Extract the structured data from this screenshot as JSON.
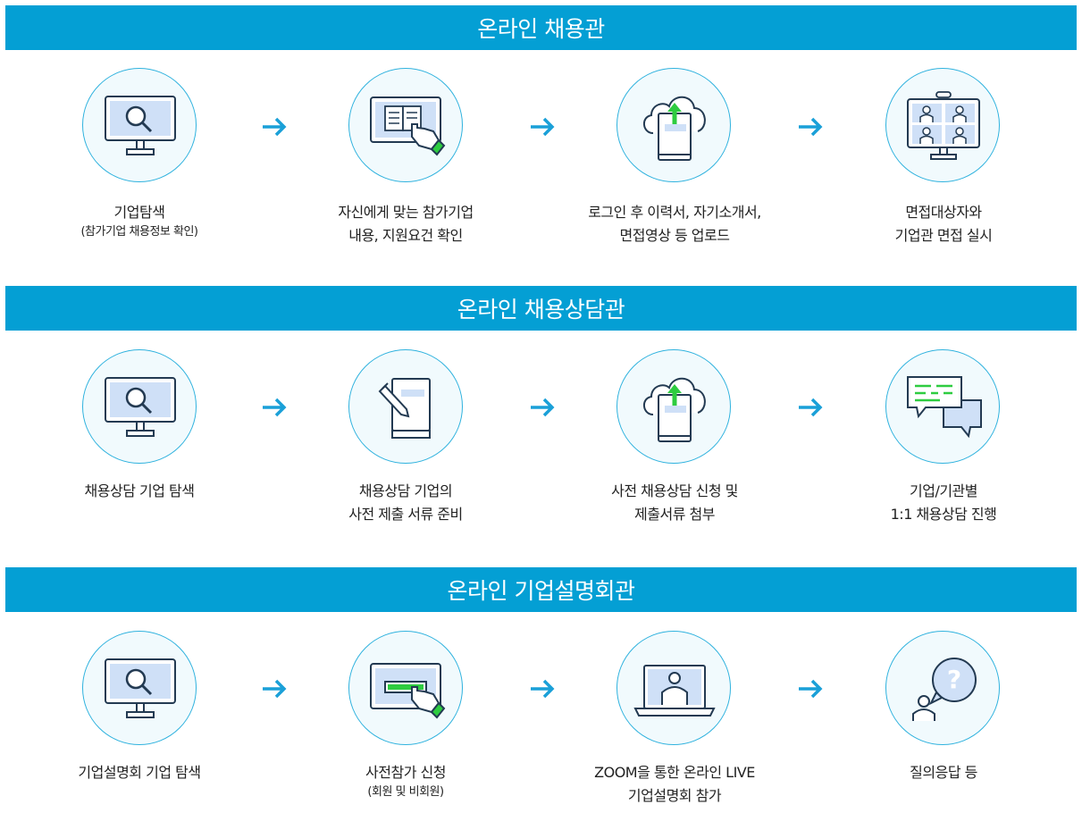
{
  "sections": [
    {
      "title": "온라인 채용관",
      "steps": [
        {
          "icon": "monitor-search-icon",
          "lines": [
            "기업탐색"
          ],
          "sub": "(참가기업 채용정보 확인)"
        },
        {
          "icon": "tablet-book-touch-icon",
          "lines": [
            "자신에게 맞는 참가기업",
            "내용, 지원요건 확인"
          ],
          "sub": ""
        },
        {
          "icon": "cloud-upload-icon",
          "lines": [
            "로그인 후 이력서, 자기소개서,",
            "면접영상 등 업로드"
          ],
          "sub": ""
        },
        {
          "icon": "video-conference-icon",
          "lines": [
            "면접대상자와",
            "기업관 면접 실시"
          ],
          "sub": ""
        }
      ]
    },
    {
      "title": "온라인 채용상담관",
      "steps": [
        {
          "icon": "monitor-search-icon",
          "lines": [
            "채용상담 기업 탐색"
          ],
          "sub": ""
        },
        {
          "icon": "book-pencil-icon",
          "lines": [
            "채용상담 기업의",
            "사전 제출 서류 준비"
          ],
          "sub": ""
        },
        {
          "icon": "cloud-upload-icon",
          "lines": [
            "사전 채용상담 신청 및",
            "제출서류 첨부"
          ],
          "sub": ""
        },
        {
          "icon": "chat-bubbles-icon",
          "lines": [
            "기업/기관별",
            "1:1 채용상담 진행"
          ],
          "sub": ""
        }
      ]
    },
    {
      "title": "온라인 기업설명회관",
      "steps": [
        {
          "icon": "monitor-search-icon",
          "lines": [
            "기업설명회 기업 탐색"
          ],
          "sub": ""
        },
        {
          "icon": "tablet-button-touch-icon",
          "lines": [
            "사전참가 신청"
          ],
          "sub": "(회원 및 비회원)"
        },
        {
          "icon": "laptop-presenter-icon",
          "lines": [
            "ZOOM을 통한 온라인 LIVE",
            "기업설명회 참가"
          ],
          "sub": ""
        },
        {
          "icon": "person-question-icon",
          "lines": [
            "질의응답 등"
          ],
          "sub": ""
        }
      ]
    }
  ],
  "colors": {
    "band": "#049fd4",
    "circle_border": "#2fb2de",
    "arrow": "#1aa0d8",
    "accent_green": "#2ecc40"
  }
}
